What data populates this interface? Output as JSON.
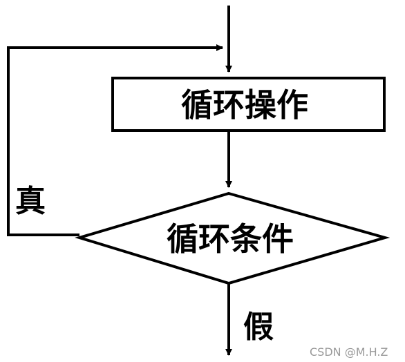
{
  "diagram": {
    "nodes": {
      "loop_body": {
        "label": "循环操作",
        "shape": "rectangle"
      },
      "condition": {
        "label": "循环条件",
        "shape": "diamond"
      }
    },
    "edges": {
      "true_branch": {
        "label": "真"
      },
      "false_branch": {
        "label": "假"
      }
    },
    "colors": {
      "stroke": "#000000",
      "background": "#ffffff",
      "watermark": "#999999"
    }
  },
  "watermark": {
    "text": "CSDN @M.H.Z"
  }
}
